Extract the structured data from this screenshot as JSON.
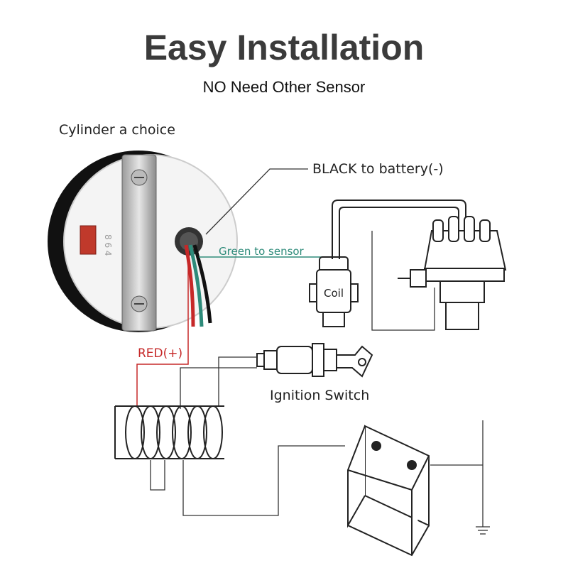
{
  "header": {
    "title": "Easy Installation",
    "subtitle": "NO Need Other Sensor"
  },
  "labels": {
    "cylinder": "Cylinder a choice",
    "black_wire": "BLACK to battery(-)",
    "green_wire": "Green to sensor",
    "coil": "Coil",
    "red_wire": "RED(+)",
    "ignition_switch": "Ignition Switch"
  },
  "colors": {
    "red_wire": "#c62828",
    "green_wire": "#2e8b7a",
    "line": "#333333"
  }
}
